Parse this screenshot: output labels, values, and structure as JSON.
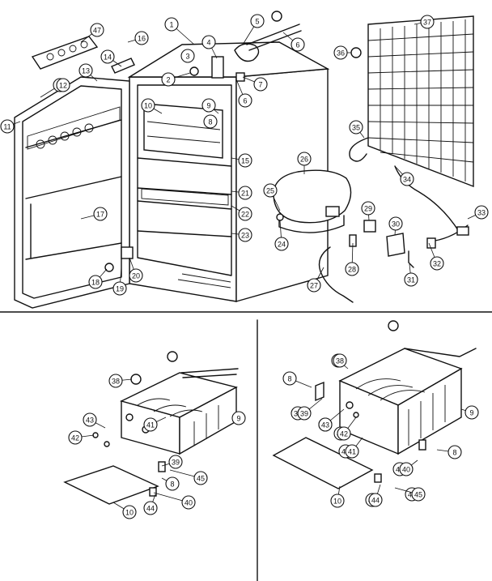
{
  "diagram": {
    "labels": [
      "1",
      "2",
      "3",
      "4",
      "5",
      "6",
      "6",
      "7",
      "8",
      "9",
      "10",
      "12",
      "13",
      "14",
      "15",
      "16",
      "17",
      "18",
      "19",
      "20",
      "21",
      "22",
      "23",
      "24",
      "25",
      "26",
      "27",
      "28",
      "29",
      "30",
      "31",
      "32",
      "33",
      "34",
      "35",
      "36",
      "37",
      "38",
      "39",
      "40",
      "41",
      "42",
      "43",
      "44",
      "45",
      "47",
      "38",
      "43",
      "42",
      "41",
      "9",
      "39",
      "8",
      "45",
      "10",
      "44",
      "40",
      "8",
      "38",
      "39",
      "43",
      "42",
      "41",
      "9",
      "8",
      "40",
      "10",
      "44",
      "45",
      "11",
      "12"
    ]
  }
}
